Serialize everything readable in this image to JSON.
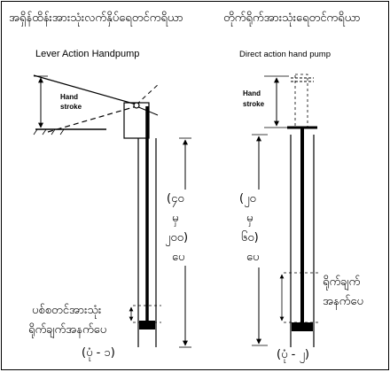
{
  "left": {
    "title_my": "အရှိန်ထိန်းအားသုံးလက်နှိပ်ရေတင်ကရိယာ",
    "title_en": "Lever Action Handpump",
    "stroke_label": [
      "Hand",
      "stroke"
    ],
    "depth_label": [
      "(၄၀",
      "မှ",
      "၂၀၀)",
      "ပေ"
    ],
    "bottom_label": [
      "ပစ်စတင်အားသုံး",
      "ရိုက်ချက်အနက်ပေ"
    ],
    "fig_label": "(ပုံ - ၁)"
  },
  "right": {
    "title_my": "တိုက်ရိုက်အားသုံးရေတင်ကရိယာ",
    "title_en": "Direct action hand pump",
    "stroke_label": [
      "Hand",
      "stroke"
    ],
    "depth_label": [
      "(၂၀",
      "မှ",
      "၆၀)",
      "ပေ"
    ],
    "bottom_label": [
      "ရိုက်ချက်",
      "အနက်ပေ"
    ],
    "fig_label": "(ပုံ - ၂)"
  }
}
